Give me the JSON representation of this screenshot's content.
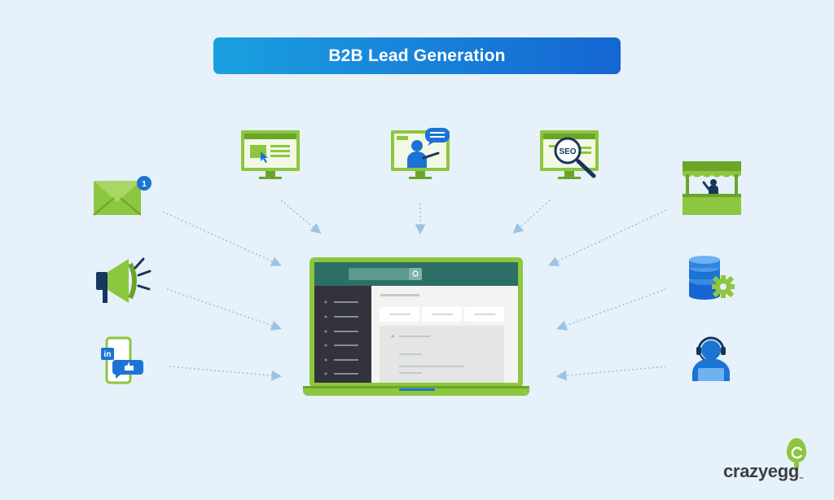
{
  "title": "B2B Lead Generation",
  "brand": {
    "wordmark": "crazyegg",
    "tm": "™",
    "logo_icon": "egg-c-icon"
  },
  "seo_label": "SEO",
  "linkedin_label": "in",
  "notification_count": "1",
  "channels": [
    {
      "icon": "email-icon"
    },
    {
      "icon": "megaphone-icon"
    },
    {
      "icon": "linkedin-phone-icon"
    },
    {
      "icon": "website-cta-monitor-icon"
    },
    {
      "icon": "webinar-monitor-icon"
    },
    {
      "icon": "seo-monitor-icon"
    },
    {
      "icon": "booth-icon"
    },
    {
      "icon": "database-gear-icon"
    },
    {
      "icon": "support-agent-icon"
    }
  ],
  "center": {
    "icon": "crm-laptop-icon"
  },
  "colors": {
    "background": "#e6f1fa",
    "green": "#8dc63f",
    "dark_green": "#6aa52a",
    "blue": "#1b74d4",
    "navy": "#17365d",
    "arrow": "#9cc3e6"
  }
}
